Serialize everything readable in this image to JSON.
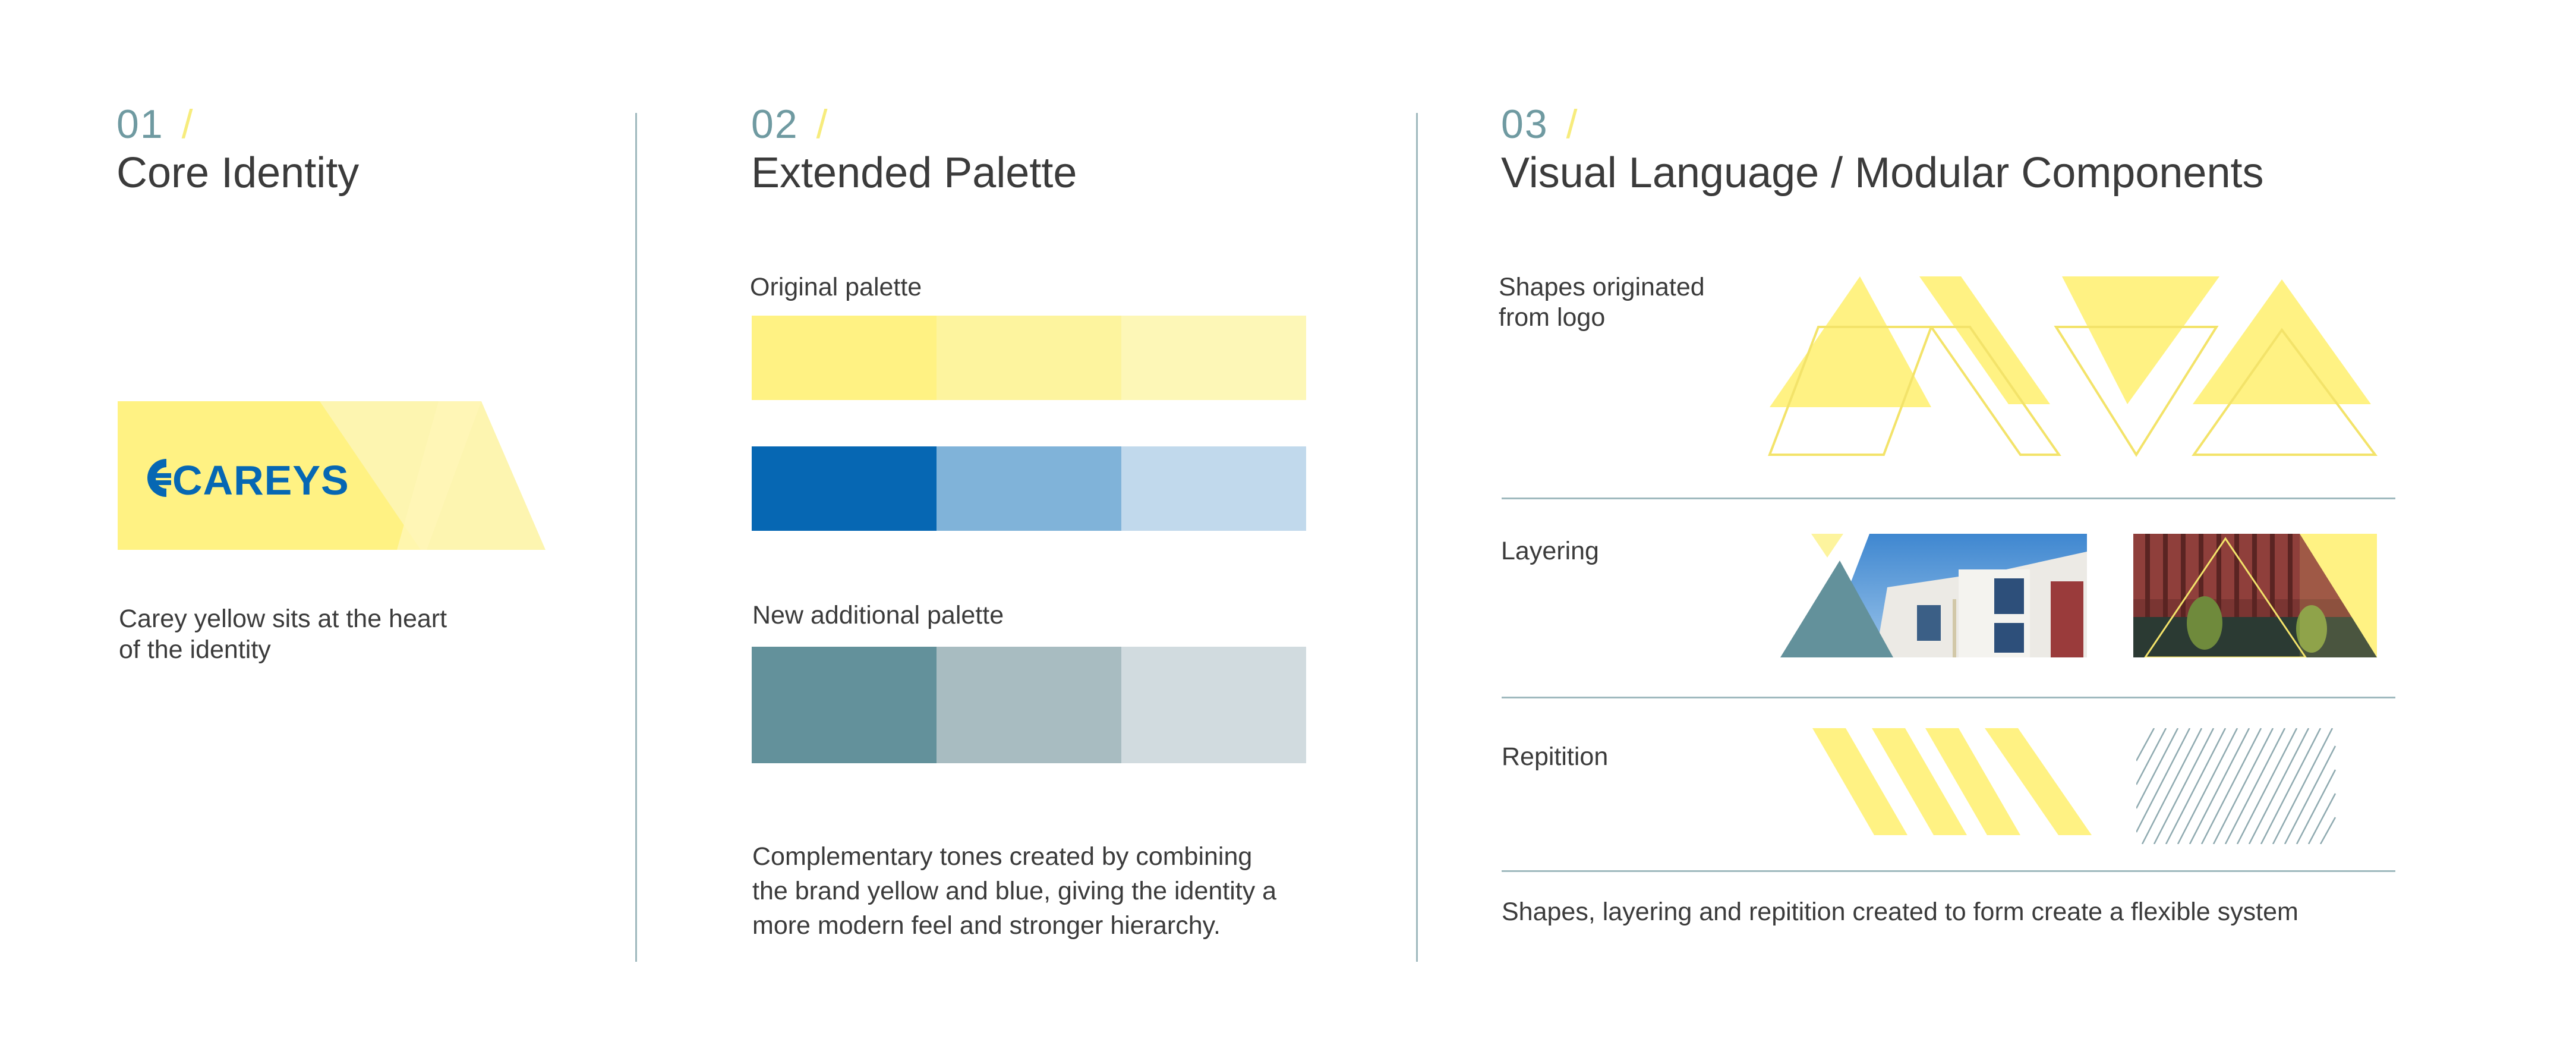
{
  "sections": [
    {
      "number": "01",
      "slash": "/",
      "title": "Core Identity"
    },
    {
      "number": "02",
      "slash": "/",
      "title": "Extended Palette"
    },
    {
      "number": "03",
      "slash": "/",
      "title": "Visual Language / Modular Components"
    }
  ],
  "core_identity": {
    "logo_text": "CAREYS",
    "description_line1": "Carey yellow sits at the heart",
    "description_line2": "of the identity"
  },
  "palette": {
    "original_label": "Original palette",
    "new_label": "New additional palette",
    "original_rows": [
      [
        "#fff283",
        "#fdf49e",
        "#fdf7b7"
      ],
      [
        "#0667b3",
        "#80b3d9",
        "#c1d9ec"
      ]
    ],
    "new_rows": [
      [
        "#63919b",
        "#a8bcc1",
        "#d1dbdf"
      ]
    ],
    "description_lines": [
      "Complementary tones created by combining",
      "the brand yellow and blue, giving the identity a",
      "more modern feel and stronger hierarchy."
    ]
  },
  "visual_language": {
    "shapes_label_line1": "Shapes originated",
    "shapes_label_line2": "from logo",
    "layering_label": "Layering",
    "repetition_label": "Repitition",
    "footer": "Shapes, layering and repitition created to form create a flexible system"
  },
  "colors": {
    "yellow": "#fff283",
    "yellow_light": "#fdf4a8",
    "brand_blue": "#0667b3",
    "teal": "#6f9aa1",
    "rule": "#9fb9be",
    "text": "#3b3b3b"
  }
}
